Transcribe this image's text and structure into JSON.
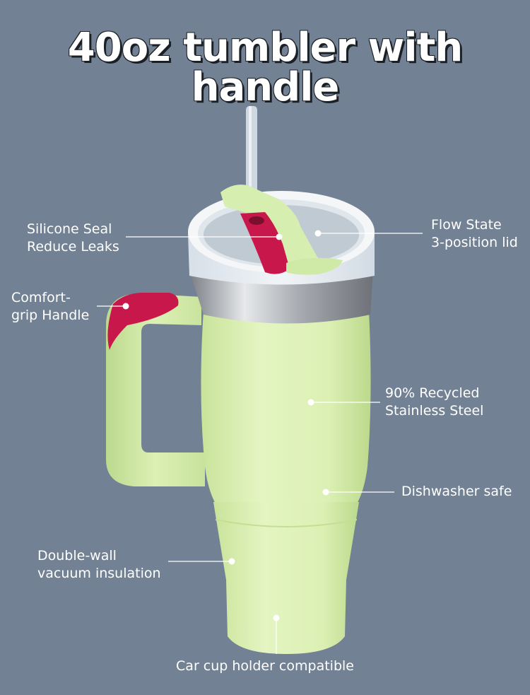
{
  "title": "40oz tumbler with handle",
  "callouts": {
    "seal_line1": "Silicone Seal",
    "seal_line2": "Reduce Leaks",
    "lid_line1": "Flow State",
    "lid_line2": "3-position lid",
    "handle_line1": "Comfort-",
    "handle_line2": "grip Handle",
    "steel_line1": "90% Recycled",
    "steel_line2": "Stainless Steel",
    "dishwasher": "Dishwasher safe",
    "vacuum_line1": "Double-wall",
    "vacuum_line2": "vacuum insulation",
    "cupholder": "Car cup holder compatible"
  },
  "colors": {
    "background": "#728193",
    "tumbler_body": "#dcf0b4",
    "lid": "#e8edf2",
    "accent": "#c8174a"
  }
}
